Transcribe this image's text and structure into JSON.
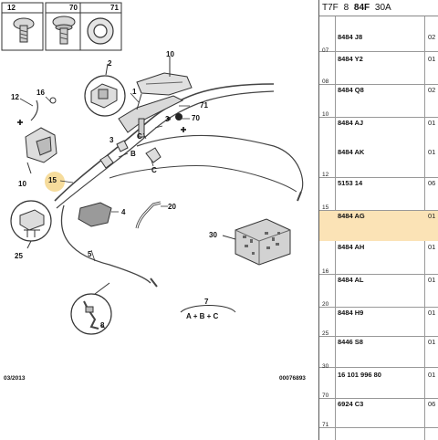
{
  "diagram": {
    "callouts": [
      "12",
      "70",
      "71",
      "1",
      "2",
      "3",
      "4",
      "5",
      "7",
      "8",
      "10",
      "15",
      "16",
      "20",
      "25",
      "30",
      "A",
      "B",
      "C"
    ],
    "formula": "A + B + C",
    "footer_left": "03/2013",
    "footer_right": "00076893"
  },
  "parts": {
    "header": {
      "model": "T7F",
      "num": "8",
      "bold": "84F",
      "ref": "30A"
    },
    "rows": [
      {
        "idx": "",
        "code": "8484 J8",
        "qty": "02"
      },
      {
        "idx": "07",
        "code": "8484 Y2",
        "qty": "01"
      },
      {
        "idx": "08",
        "code": "8484 Q8",
        "qty": "02"
      },
      {
        "idx": "10",
        "code": "8484 AJ",
        "qty": "01"
      },
      {
        "idx": "",
        "code": "8484 AK",
        "qty": "01"
      },
      {
        "idx": "12",
        "code": "5153 14",
        "qty": "06"
      },
      {
        "idx": "15",
        "code": "8484 AG",
        "qty": "01"
      },
      {
        "idx": "",
        "code": "8484 AH",
        "qty": "01"
      },
      {
        "idx": "16",
        "code": "8484 AL",
        "qty": "01"
      },
      {
        "idx": "20",
        "code": "8484 H9",
        "qty": "01"
      },
      {
        "idx": "25",
        "code": "8446 S8",
        "qty": "01"
      },
      {
        "idx": "30",
        "code": "16 101 996 80",
        "qty": "01"
      },
      {
        "idx": "70",
        "code": "6924 C3",
        "qty": "06"
      },
      {
        "idx": "71",
        "code": "",
        "qty": ""
      }
    ]
  }
}
